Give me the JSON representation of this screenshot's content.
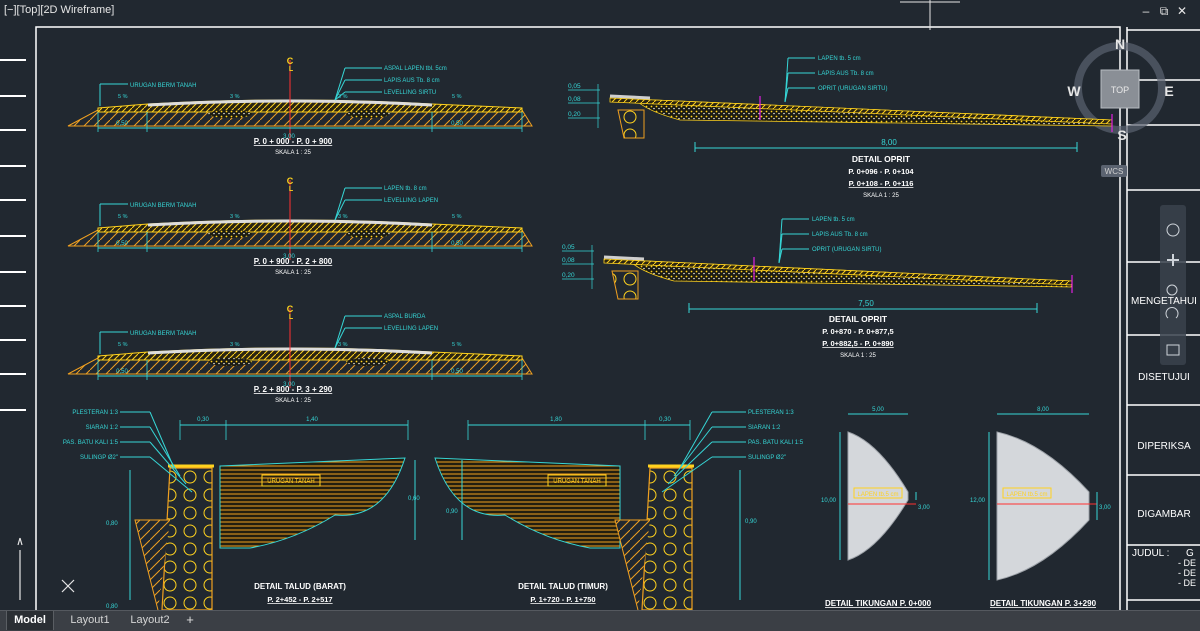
{
  "viewport": {
    "label": "[−][Top][2D Wireframe]",
    "controls": [
      "–",
      "⧉",
      "✕"
    ]
  },
  "viewcube": {
    "north": "N",
    "south": "S",
    "east": "E",
    "west": "W",
    "face": "TOP",
    "wcs": "WCS"
  },
  "cross_sections": [
    {
      "centerline": "C",
      "centerline_l": "L",
      "left_label": "URUGAN BERM TANAH",
      "layers": [
        "ASPAL LAPEN tbl. 5cm",
        "LAPIS AUS Tb. 8 cm",
        "LEVELLING SIRTU"
      ],
      "slopes": [
        "5 %",
        "3 %",
        "3 %",
        "5 %"
      ],
      "dims": [
        "0,50",
        "3,00",
        "0,50"
      ],
      "title": "P. 0 + 000 - P. 0 + 900",
      "scale": "SKALA 1 : 25"
    },
    {
      "centerline": "C",
      "centerline_l": "L",
      "left_label": "URUGAN BERM TANAH",
      "layers": [
        "LAPEN tb. 8 cm",
        "LEVELLING LAPEN"
      ],
      "slopes": [
        "5 %",
        "3 %",
        "3 %",
        "5 %"
      ],
      "dims": [
        "0,50",
        "3,00",
        "0,50"
      ],
      "title": "P. 0 + 900 - P. 2 + 800",
      "scale": "SKALA 1 : 25"
    },
    {
      "centerline": "C",
      "centerline_l": "L",
      "left_label": "URUGAN BERM TANAH",
      "layers": [
        "ASPAL BURDA",
        "LEVELLING LAPEN"
      ],
      "slopes": [
        "5 %",
        "3 %",
        "3 %",
        "5 %"
      ],
      "dims": [
        "0,50",
        "3,00",
        "0,50"
      ],
      "title": "P. 2 + 800 - P. 3 + 290",
      "scale": "SKALA 1 : 25"
    }
  ],
  "oprit": [
    {
      "layers": [
        "LAPEN tb. 5 cm",
        "LAPIS AUS Tb. 8 cm",
        "OPRIT (URUGAN SIRTU)"
      ],
      "left_dims": [
        "0,05",
        "0,08",
        "0,20"
      ],
      "length": "8,00",
      "title": "DETAIL OPRIT",
      "range1": "P. 0+096 - P. 0+104",
      "range2": "P. 0+108 - P. 0+116",
      "scale": "SKALA 1 : 25"
    },
    {
      "layers": [
        "LAPEN tb. 5 cm",
        "LAPIS AUS Tb. 8 cm",
        "OPRIT (URUGAN SIRTU)"
      ],
      "left_dims": [
        "0,05",
        "0,08",
        "0,20"
      ],
      "length": "7,50",
      "title": "DETAIL OPRIT",
      "range1": "P. 0+870 - P. 0+877,5",
      "range2": "P. 0+882,5 - P. 0+890",
      "scale": "SKALA 1 : 25"
    }
  ],
  "talud_barat": {
    "labels": [
      "PLESTERAN 1:3",
      "SIARAN 1:2",
      "PAS. BATU KALI 1:5",
      "SULINGP Ø2\""
    ],
    "fill": "URUGAN TANAH",
    "dims_top": [
      "0,30",
      "1,40"
    ],
    "dim_right": "0,60",
    "dim_left": "0,80",
    "dim_left2": "0,80",
    "title": "DETAIL TALUD (BARAT)",
    "range": "P. 2+452 - P. 2+517"
  },
  "talud_timur": {
    "labels": [
      "PLESTERAN 1:3",
      "SIARAN 1:2",
      "PAS. BATU KALI 1:5",
      "SULINGP Ø2\""
    ],
    "fill": "URUGAN TANAH",
    "dims_top": [
      "1,80",
      "0,30"
    ],
    "dim_left": "0,90",
    "dim_right": "0,90",
    "title": "DETAIL TALUD (TIMUR)",
    "range": "P. 1+720 - P. 1+750"
  },
  "tikungan": [
    {
      "top": "5,00",
      "left": "10,00",
      "right": "3,00",
      "layer": "LAPEN tb.5 cm",
      "title": "DETAIL TIKUNGAN P. 0+000"
    },
    {
      "top": "8,00",
      "left": "12,00",
      "right": "3,00",
      "layer": "LAPEN tb.5 cm",
      "title": "DETAIL TIKUNGAN P. 3+290"
    }
  ],
  "title_block": {
    "mengetahui": "MENGETAHUI",
    "disetujui": "DISETUJUI",
    "diperiksa": "DIPERIKSA",
    "digambar": "DIGAMBAR",
    "judul": "JUDUL :",
    "judul_items": [
      "G",
      "- DE",
      "- DE",
      "- DE"
    ]
  },
  "tabs": [
    {
      "label": "Model",
      "active": true
    },
    {
      "label": "Layout1",
      "active": false
    },
    {
      "label": "Layout2",
      "active": false
    }
  ],
  "colors": {
    "background": "#212830",
    "cyan": "#36d6d6",
    "yellow": "#ffd21e",
    "orange": "#f0a020",
    "magenta": "#e020e0",
    "red": "#ff3030",
    "white": "#ffffff"
  }
}
